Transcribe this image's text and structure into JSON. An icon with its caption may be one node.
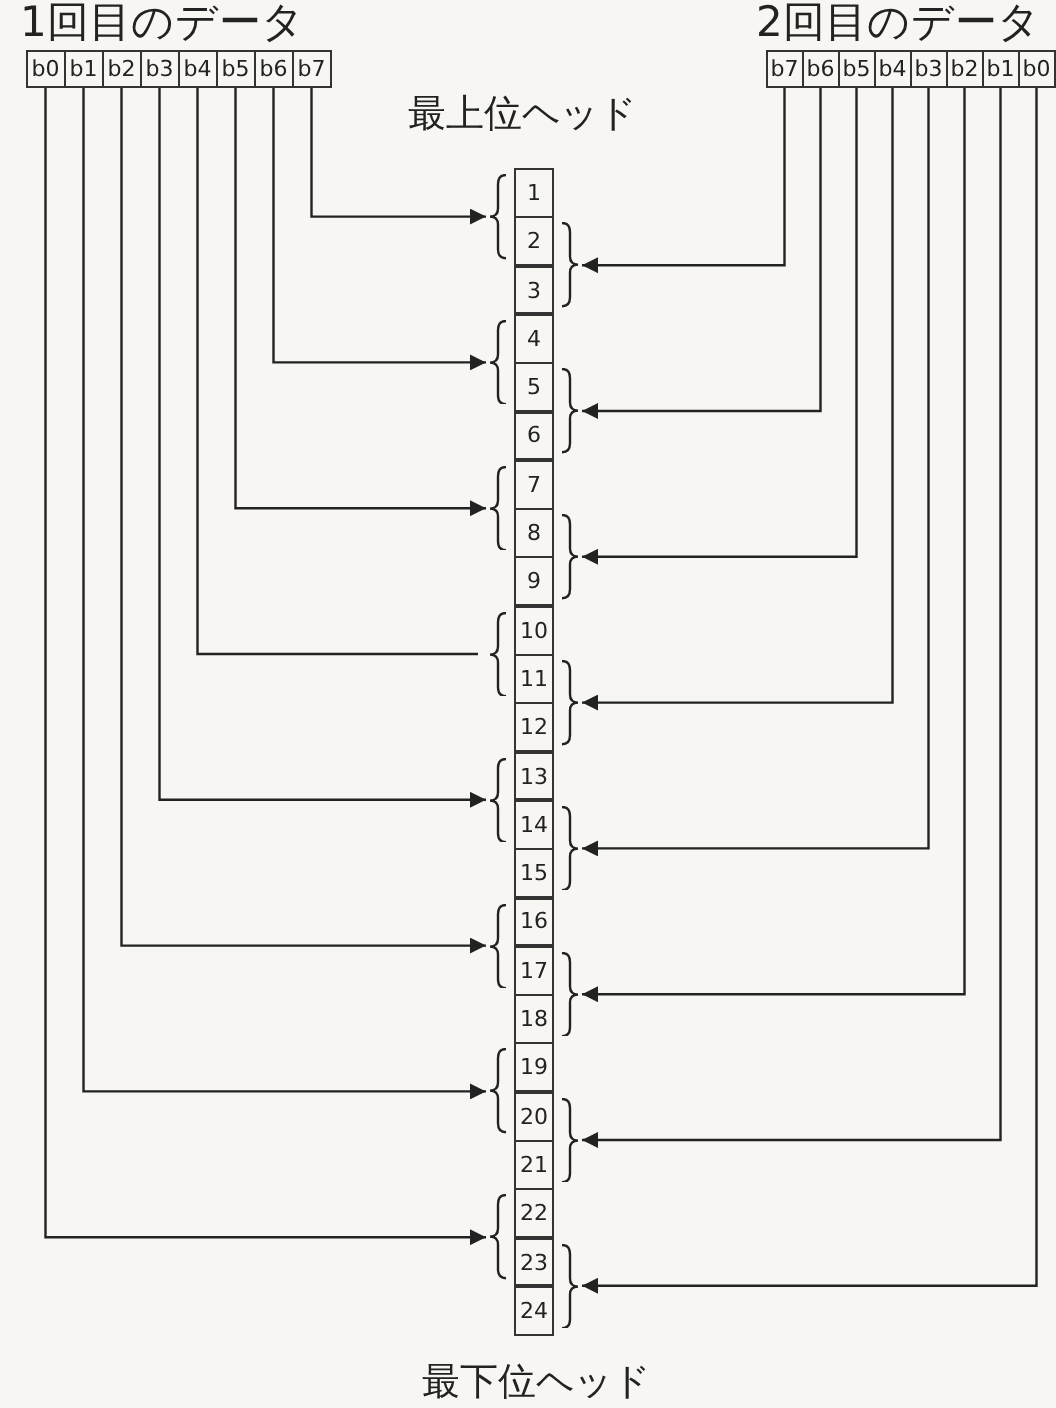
{
  "diagram": {
    "nodes": [
      {
        "text": [
          "1回目のデータ"
        ]
      },
      {
        "text": [
          "b0"
        ],
        "in": 0
      },
      {
        "text": [
          "b1"
        ],
        "in": 0
      },
      {
        "text": [
          "b2"
        ],
        "in": 0
      },
      {
        "text": [
          "b3"
        ],
        "in": 0
      },
      {
        "text": [
          "b4"
        ],
        "in": 0
      },
      {
        "text": [
          "b5"
        ],
        "in": 0
      },
      {
        "text": [
          "b6"
        ],
        "in": 0
      },
      {
        "text": [
          "b7"
        ],
        "in": 0
      },
      {
        "text": [
          "2回目のデータ"
        ]
      },
      {
        "text": [
          "b7"
        ],
        "in": 9
      },
      {
        "text": [
          "b6"
        ],
        "in": 9
      },
      {
        "text": [
          "b5"
        ],
        "in": 9
      },
      {
        "text": [
          "b4"
        ],
        "in": 9
      },
      {
        "text": [
          "b3"
        ],
        "in": 9
      },
      {
        "text": [
          "b2"
        ],
        "in": 9
      },
      {
        "text": [
          "b1"
        ],
        "in": 9
      },
      {
        "text": [
          "b0"
        ],
        "in": 9
      },
      {
        "text": [
          "1"
        ]
      },
      {
        "text": [
          "2"
        ]
      },
      {
        "text": [
          "3"
        ]
      },
      {
        "text": [
          "4"
        ]
      },
      {
        "text": [
          "5"
        ]
      },
      {
        "text": [
          "6"
        ]
      },
      {
        "text": [
          "7"
        ]
      },
      {
        "text": [
          "8"
        ]
      },
      {
        "text": [
          "9"
        ]
      },
      {
        "text": [
          "10"
        ]
      },
      {
        "text": [
          "11"
        ]
      },
      {
        "text": [
          "12"
        ]
      },
      {
        "text": [
          "13"
        ]
      },
      {
        "text": [
          "14"
        ]
      },
      {
        "text": [
          "15"
        ]
      },
      {
        "text": [
          "16"
        ]
      },
      {
        "text": [
          "17"
        ]
      },
      {
        "text": [
          "18"
        ]
      },
      {
        "text": [
          "19"
        ]
      },
      {
        "text": [
          "20"
        ]
      },
      {
        "text": [
          "21"
        ]
      },
      {
        "text": [
          "22"
        ]
      },
      {
        "text": [
          "23"
        ]
      },
      {
        "text": [
          "24"
        ]
      },
      {
        "text": [],
        "shape": "brace"
      },
      {
        "text": [],
        "shape": "brace"
      },
      {
        "text": [],
        "shape": "brace"
      },
      {
        "text": [],
        "shape": "brace"
      },
      {
        "text": [],
        "shape": "brace"
      },
      {
        "text": [],
        "shape": "brace"
      },
      {
        "text": [],
        "shape": "brace"
      },
      {
        "text": [],
        "shape": "brace"
      },
      {
        "text": [],
        "shape": "brace"
      },
      {
        "text": [],
        "shape": "brace"
      },
      {
        "text": [],
        "shape": "brace"
      },
      {
        "text": [],
        "shape": "brace"
      },
      {
        "text": [],
        "shape": "brace"
      },
      {
        "text": [],
        "shape": "brace"
      },
      {
        "text": [],
        "shape": "brace"
      },
      {
        "text": [],
        "shape": "brace"
      }
    ],
    "edges": [
      {
        "from": 8,
        "to": 42,
        "arrow": "to"
      },
      {
        "from": 7,
        "to": 43,
        "arrow": "to"
      },
      {
        "from": 6,
        "to": 44,
        "arrow": "to"
      },
      {
        "from": 5,
        "to": 45,
        "arrow": "none"
      },
      {
        "from": 4,
        "to": 46,
        "arrow": "to"
      },
      {
        "from": 3,
        "to": 47,
        "arrow": "to"
      },
      {
        "from": 2,
        "to": 48,
        "arrow": "to"
      },
      {
        "from": 1,
        "to": 49,
        "arrow": "to"
      },
      {
        "from": 10,
        "to": 50,
        "arrow": "to"
      },
      {
        "from": 11,
        "to": 51,
        "arrow": "to"
      },
      {
        "from": 12,
        "to": 52,
        "arrow": "to"
      },
      {
        "from": 13,
        "to": 53,
        "arrow": "to"
      },
      {
        "from": 14,
        "to": 54,
        "arrow": "to"
      },
      {
        "from": 15,
        "to": 55,
        "arrow": "to"
      },
      {
        "from": 16,
        "to": 56,
        "arrow": "to"
      },
      {
        "from": 17,
        "to": 57,
        "arrow": "to"
      }
    ],
    "labels": [
      "最上位ヘッド",
      "最下位ヘッド"
    ]
  }
}
